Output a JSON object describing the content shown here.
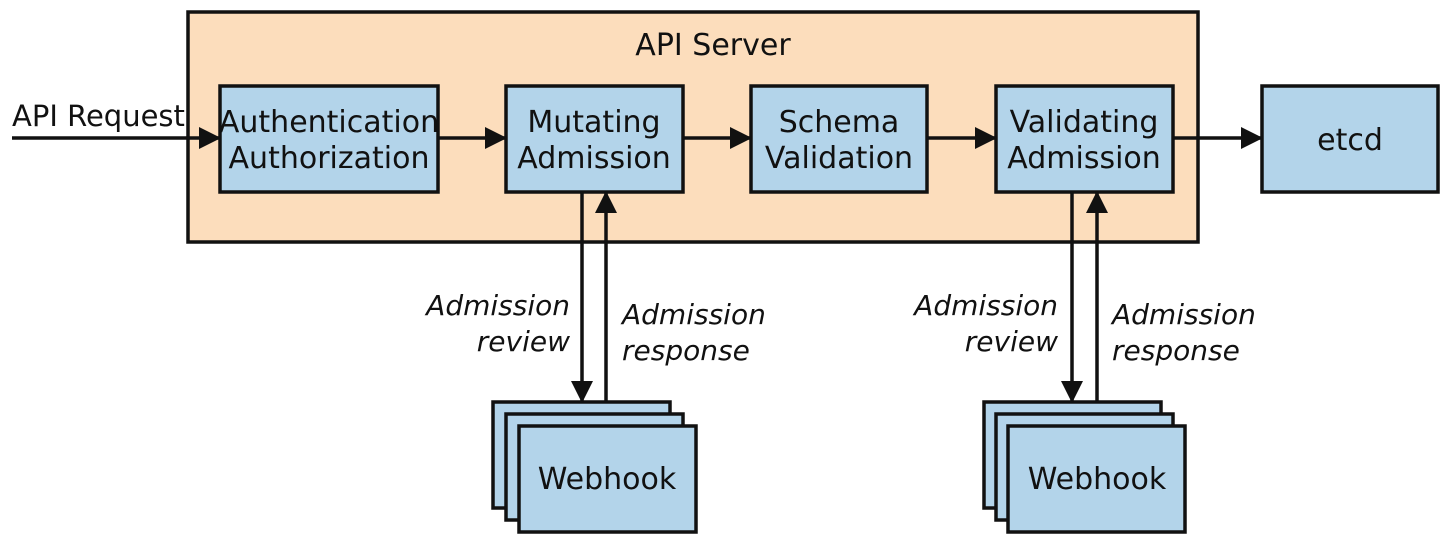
{
  "diagram": {
    "request_label": "API Request",
    "server": {
      "title": "API Server",
      "fill": "#FCDDBC"
    },
    "box_fill": "#B3D4EA",
    "stages": [
      {
        "id": "auth",
        "lines": [
          "Authentication",
          "Authorization"
        ]
      },
      {
        "id": "mutating",
        "lines": [
          "Mutating",
          "Admission"
        ]
      },
      {
        "id": "schema",
        "lines": [
          "Schema",
          "Validation"
        ]
      },
      {
        "id": "validating",
        "lines": [
          "Validating",
          "Admission"
        ]
      }
    ],
    "store": {
      "label": "etcd"
    },
    "webhook_groups": [
      {
        "attached_to": "mutating",
        "webhook_label": "Webhook",
        "review_lines": [
          "Admission",
          "review"
        ],
        "response_lines": [
          "Admission",
          "response"
        ]
      },
      {
        "attached_to": "validating",
        "webhook_label": "Webhook",
        "review_lines": [
          "Admission",
          "review"
        ],
        "response_lines": [
          "Admission",
          "response"
        ]
      }
    ]
  }
}
